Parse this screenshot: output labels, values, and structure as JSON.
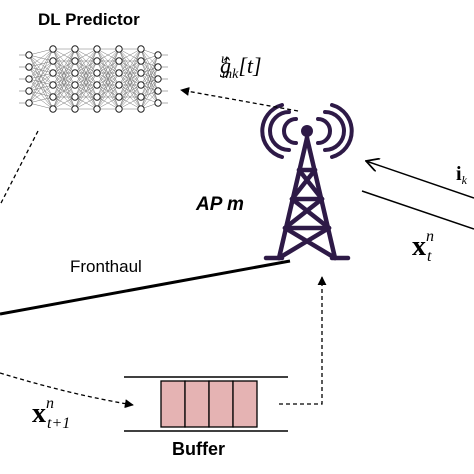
{
  "labels": {
    "dl_predictor": "DL Predictor",
    "ap": "AP m",
    "fronthaul": "Fronthaul",
    "buffer": "Buffer"
  },
  "math": {
    "g_hat": {
      "base": "ĝ",
      "sup": "u",
      "sub": "mk",
      "arg": "[t]"
    },
    "x_t": {
      "base": "x",
      "sup": "n",
      "sub": "t"
    },
    "x_t1": {
      "base": "x",
      "sup": "n",
      "sub": "t+1"
    },
    "i_k": {
      "base": "i",
      "sub": "k"
    }
  },
  "colors": {
    "tower": "#2e1a47",
    "buffer_fill": "#e5b3b3",
    "line": "#000000"
  }
}
